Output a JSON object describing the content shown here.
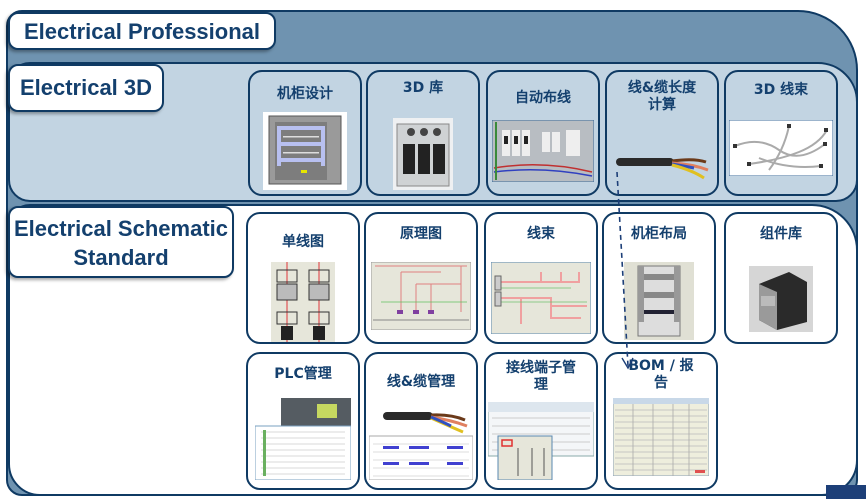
{
  "tiers": {
    "professional": {
      "label": "Electrical Professional"
    },
    "three_d": {
      "label": "Electrical 3D",
      "modules": [
        {
          "title": "机柜设计",
          "image": "cabinet-design-image"
        },
        {
          "title": "3D 库",
          "image": "circuit-breaker-image"
        },
        {
          "title": "自动布线",
          "image": "auto-routing-image"
        },
        {
          "title": "线&缆长度\n计算",
          "title_line1": "线&缆长度",
          "title_line2": "计算",
          "image": "cable-image"
        },
        {
          "title": "3D 线束",
          "image": "harness-3d-image"
        }
      ]
    },
    "schematic": {
      "label_line1": "Electrical Schematic",
      "label_line2": "Standard",
      "modules_row1": [
        {
          "title": "单线图",
          "image": "single-line-diagram-image"
        },
        {
          "title": "原理图",
          "image": "schematic-image"
        },
        {
          "title": "线束",
          "image": "harness-image"
        },
        {
          "title": "机柜布局",
          "image": "cabinet-layout-image"
        },
        {
          "title": "组件库",
          "image": "component-library-image"
        }
      ],
      "modules_row2": [
        {
          "title": "PLC管理",
          "image": "plc-image"
        },
        {
          "title": "线&缆管理",
          "image": "cable-management-image"
        },
        {
          "title_line1": "接线端子管",
          "title_line2": "理",
          "image": "terminal-image"
        },
        {
          "title_line1": "BOM / 报",
          "title_line2": "告",
          "image": "bom-report-image"
        }
      ]
    }
  },
  "colors": {
    "outer_band": "#6f93b0",
    "three_d_band": "#c2d4e2",
    "border": "#0f3a63",
    "text": "#14406e"
  }
}
